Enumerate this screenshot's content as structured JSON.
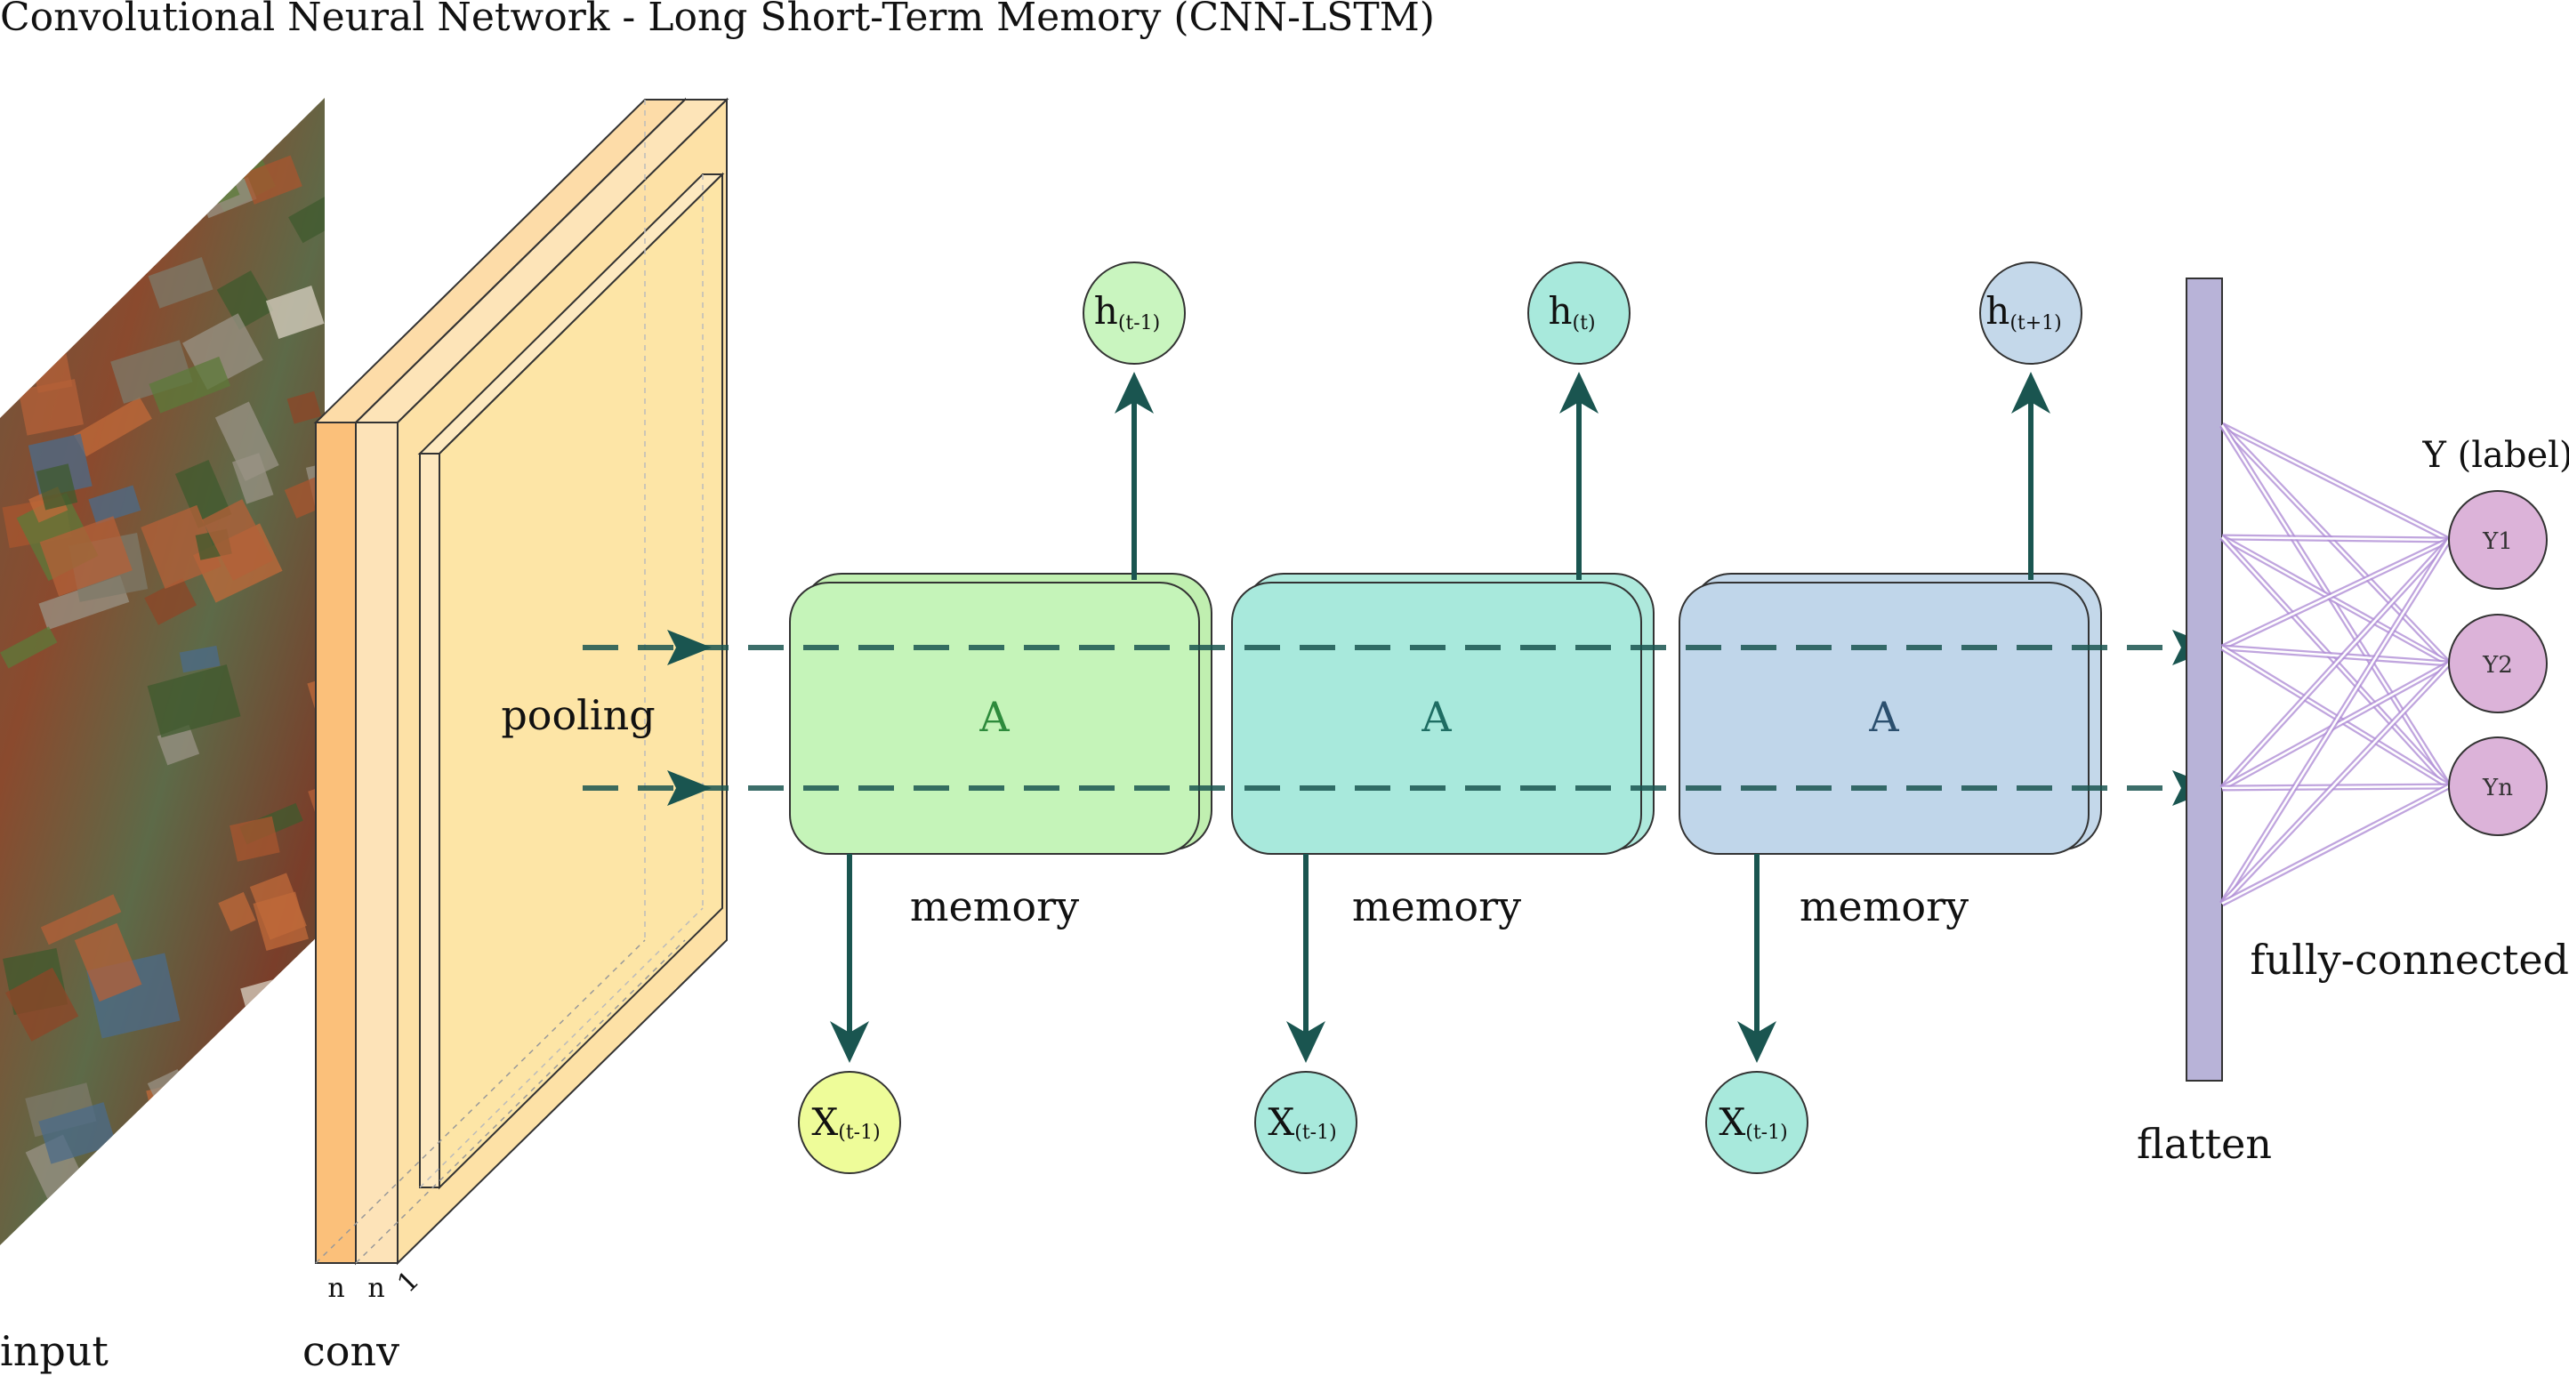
{
  "title": "Convolutional Neural Network - Long Short-Term Memory (CNN-LSTM)",
  "labels": {
    "input": "input",
    "conv": "conv",
    "pooling": "pooling",
    "dim_n1": "n",
    "dim_n2": "n",
    "dim_1": "1",
    "flatten": "flatten",
    "fully_connected": "fully-connected",
    "y_label": "Y (label)"
  },
  "cells": [
    {
      "label": "A",
      "memory": "memory",
      "h_main": "h",
      "h_sub": "(t-1)",
      "x_main": "X",
      "x_sub": "(t-1)",
      "fill": "#c5f4b9",
      "back": "#c0efb0",
      "text_color": "#2e8b3c",
      "h_fill": "#c9f5bf",
      "x_fill": "#eefc99"
    },
    {
      "label": "A",
      "memory": "memory",
      "h_main": "h",
      "h_sub": "(t)",
      "x_main": "X",
      "x_sub": "(t-1)",
      "fill": "#a8e9dc",
      "back": "#aee9dc",
      "text_color": "#1e6d63",
      "h_fill": "#a8e9dc",
      "x_fill": "#a8e9dc"
    },
    {
      "label": "A",
      "memory": "memory",
      "h_main": "h",
      "h_sub": "(t+1)",
      "x_main": "X",
      "x_sub": "(t-1)",
      "fill": "#c0d6ea",
      "back": "#c4d8ea",
      "text_color": "#2b4f6e",
      "h_fill": "#c4d8ea",
      "x_fill": "#a8e9dc"
    }
  ],
  "outputs": [
    {
      "label": "Y1"
    },
    {
      "label": "Y2"
    },
    {
      "label": "Yn"
    }
  ],
  "colors": {
    "arrow": "#1a5550",
    "flatten_bar": "#b8b3d8",
    "output_node": "#dcb3d9",
    "fc_line": "#b08fd6",
    "conv_orange": "#fbc78a",
    "conv_light": "#fde0b0",
    "pool_fill": "#fde5a6"
  }
}
